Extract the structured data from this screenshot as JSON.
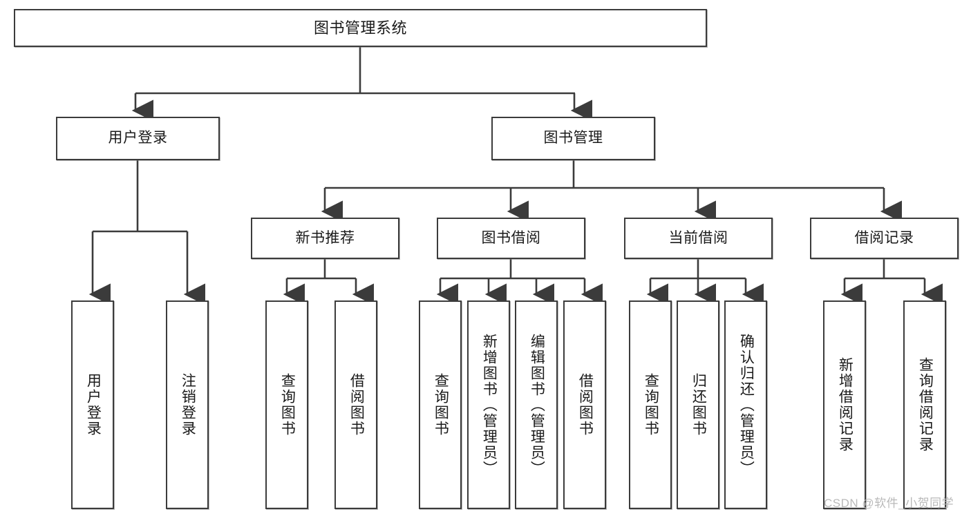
{
  "diagram": {
    "title": "图书管理系统",
    "type": "tree",
    "watermark": "CSDN @软件_小贺同学",
    "colors": {
      "border": "#3b3b3b",
      "edge": "#3b3b3b",
      "background": "#ffffff",
      "text": "#1a1a1a",
      "watermark": "#b9b9b9"
    },
    "nodes": {
      "root": {
        "label": "图书管理系统"
      },
      "level2": [
        {
          "label": "用户登录"
        },
        {
          "label": "图书管理"
        }
      ],
      "level3": [
        {
          "label": "新书推荐"
        },
        {
          "label": "图书借阅"
        },
        {
          "label": "当前借阅"
        },
        {
          "label": "借阅记录"
        }
      ],
      "leaves": {
        "user_login": [
          {
            "label": "用户登录"
          },
          {
            "label": "注销登录"
          }
        ],
        "new_book_recommend": [
          {
            "label": "查询图书"
          },
          {
            "label": "借阅图书"
          }
        ],
        "book_borrow": [
          {
            "label": "查询图书"
          },
          {
            "label": "新增图书（管理员）"
          },
          {
            "label": "编辑图书（管理员）"
          },
          {
            "label": "借阅图书"
          }
        ],
        "current_borrow": [
          {
            "label": "查询图书"
          },
          {
            "label": "归还图书"
          },
          {
            "label": "确认归还（管理员）"
          }
        ],
        "borrow_record": [
          {
            "label": "新增借阅记录"
          },
          {
            "label": "查询借阅记录"
          }
        ]
      }
    }
  }
}
